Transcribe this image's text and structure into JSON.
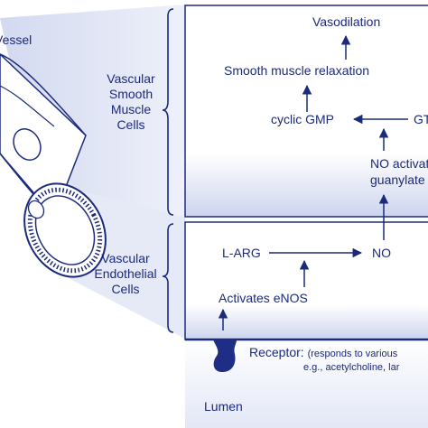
{
  "vessel_label": "Vessel",
  "smooth_muscle_label": [
    "Vascular",
    "Smooth",
    "Muscle",
    "Cells"
  ],
  "endothelial_label": [
    "Vascular",
    "Endothelial",
    "Cells"
  ],
  "smooth_muscle_pathway": {
    "vasodilation": "Vasodilation",
    "relaxation": "Smooth muscle relaxation",
    "cgmp": "cyclic GMP",
    "gtp": "GTP",
    "no_activates": "NO activates",
    "guanylate": "guanylate cyclase"
  },
  "endothelial_pathway": {
    "larg": "L-ARG",
    "no": "NO",
    "enos": "Activates eNOS"
  },
  "receptor": {
    "label": "Receptor:",
    "note": "(responds to various",
    "examples": "e.g., acetylcholine, lar"
  },
  "lumen_label": "Lumen",
  "colors": {
    "ink": "#1b2a7a",
    "accent": "#1e2d86",
    "shade": "#c9d0ea"
  }
}
